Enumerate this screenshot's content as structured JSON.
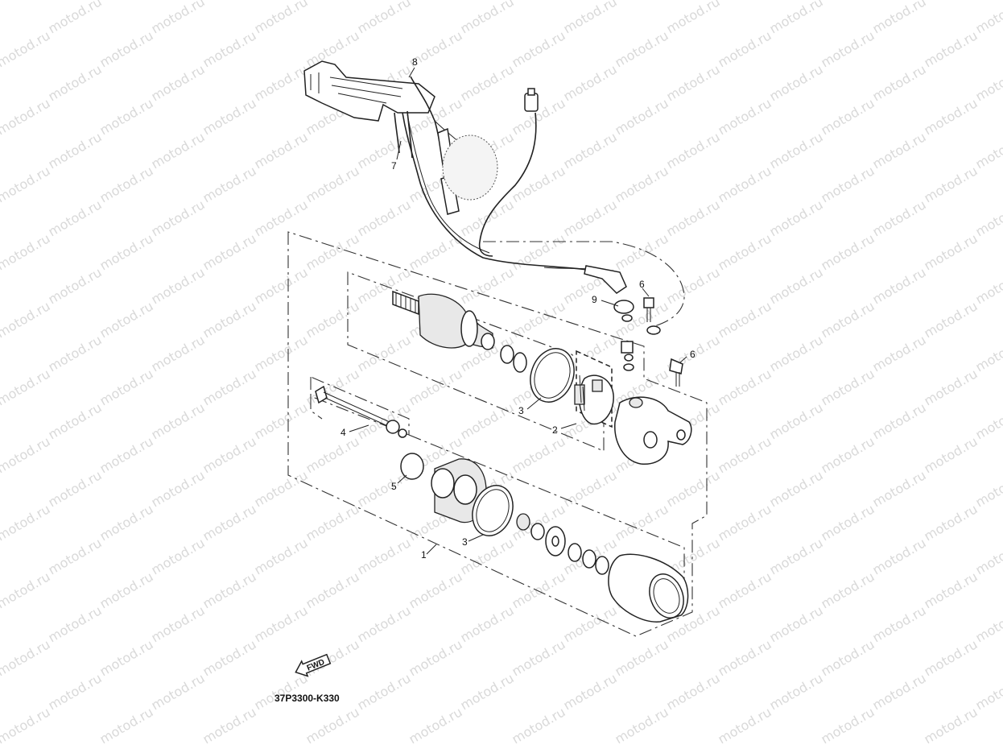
{
  "watermark": "motod.ru",
  "diagram_code": "37P3300-K330",
  "direction_label": "FWD",
  "callouts": [
    "8",
    "7",
    "9",
    "6",
    "6",
    "3",
    "2",
    "4",
    "5",
    "3",
    "1"
  ]
}
